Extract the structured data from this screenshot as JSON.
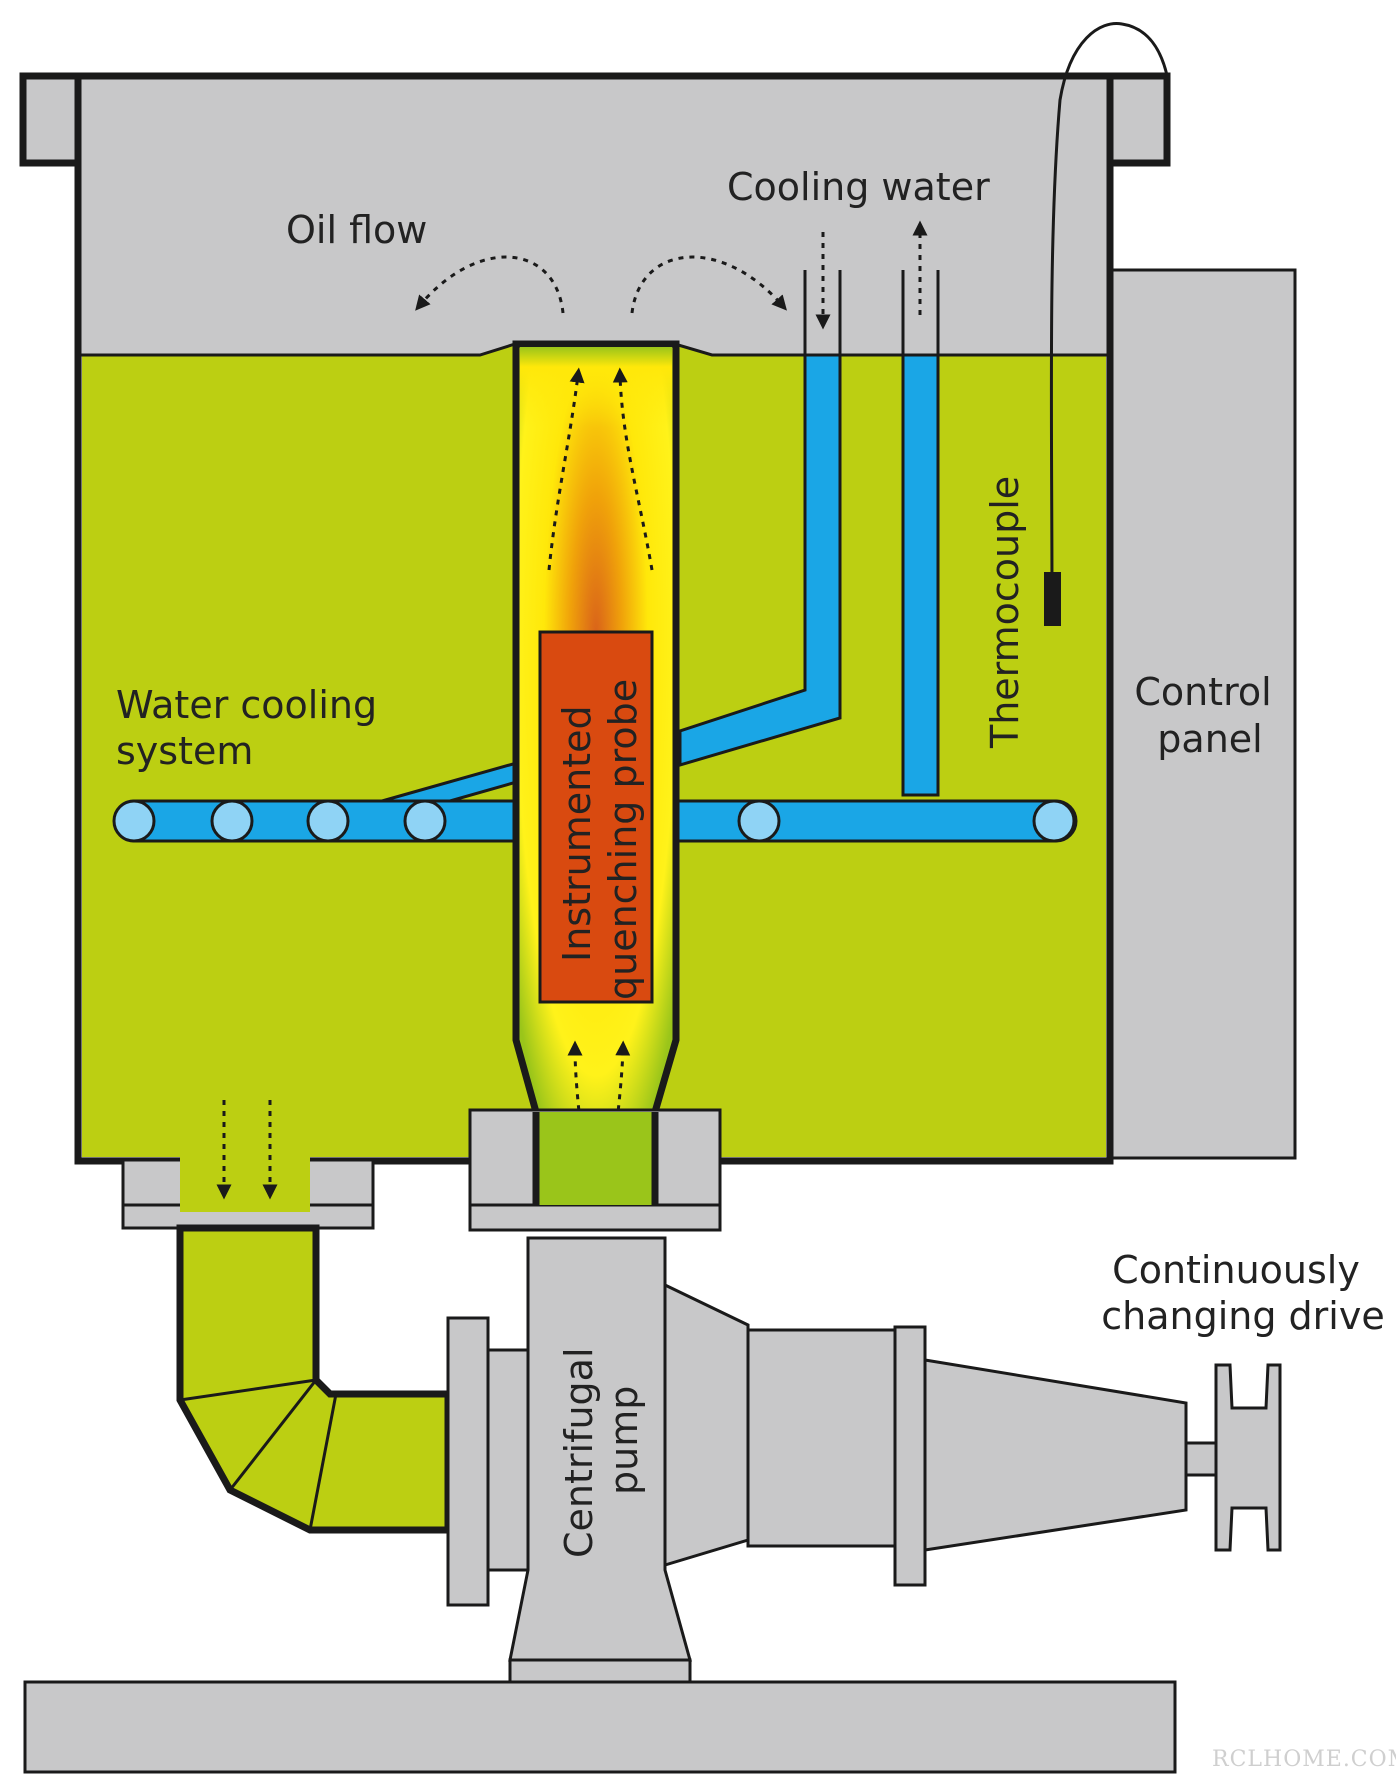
{
  "labels": {
    "oil_flow": "Oil flow",
    "cooling_water": "Cooling water",
    "thermocouple": "Thermocouple",
    "control_panel_line1": "Control",
    "control_panel_line2": "panel",
    "water_cooling_line1": "Water cooling",
    "water_cooling_line2": "system",
    "probe_line1": "Instrumented",
    "probe_line2": "quenching probe",
    "pump_line1": "Centrifugal",
    "pump_line2": "pump",
    "drive_line1": "Continuously",
    "drive_line2": "changing drive",
    "watermark": "RCLHOME.COM"
  },
  "colors": {
    "oil": "#bccf12",
    "steel": "#c8c8c9",
    "water": "#1aa6e6",
    "probe_core": "#d94a10",
    "outline": "#1a1a1a"
  }
}
